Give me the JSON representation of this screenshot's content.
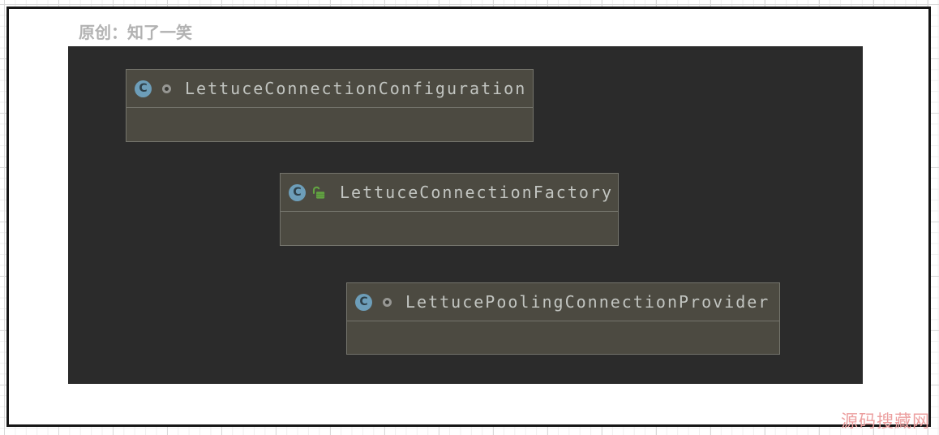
{
  "header": {
    "title": "原创：知了一笑"
  },
  "watermark": {
    "text": "源码搜藏网",
    "color": "#ec9f9f"
  },
  "diagram": {
    "type": "uml-class-diagram",
    "class_icon_letter": "C",
    "nodes": [
      {
        "label": "LettuceConnectionConfiguration",
        "visibility": "package-private",
        "icons": [
          "class-icon",
          "package-private-ring-icon"
        ]
      },
      {
        "label": "LettuceConnectionFactory",
        "visibility": "public",
        "icons": [
          "class-icon",
          "public-unlocked-padlock-icon"
        ]
      },
      {
        "label": "LettucePoolingConnectionProvider",
        "visibility": "package-private",
        "icons": [
          "class-icon",
          "package-private-ring-icon"
        ]
      }
    ],
    "colors": {
      "canvas_bg": "#2b2b2b",
      "node_fill": "#4c4a41",
      "node_border": "#74746c",
      "node_text": "#c2c5c1",
      "class_icon_bg": "#6d9eb9",
      "class_icon_letter": "#2e4049",
      "public_lock_green": "#63a542",
      "modifier_ring_gray": "#979793",
      "page_border": "#161616",
      "title_gray": "#b2b2b2"
    }
  }
}
